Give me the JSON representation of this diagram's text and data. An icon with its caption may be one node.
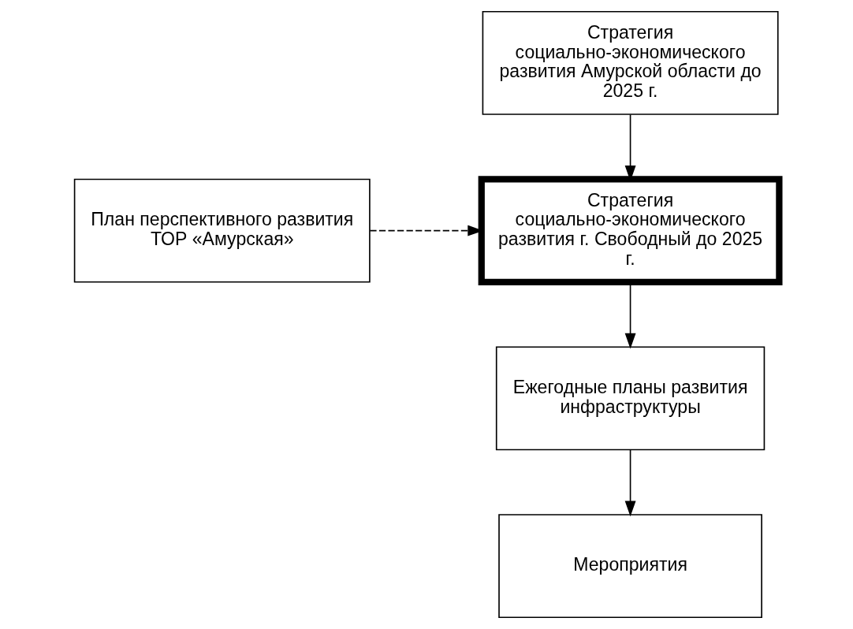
{
  "diagram": {
    "nodes": [
      {
        "text": [
          "Стратегия социально-экономического развития Амурской области до 2025 г."
        ]
      },
      {
        "text": [
          "План перспективного развития ТОР «Амурская»"
        ]
      },
      {
        "text": [
          "Стратегия социально-экономического развития г. Свободный до 2025 г."
        ]
      },
      {
        "text": [
          "Ежегодные планы развития инфраструктуры"
        ]
      },
      {
        "text": [
          "Мероприятия"
        ]
      }
    ],
    "edges": [
      {
        "from": 0,
        "to": 2,
        "arrow": "to"
      },
      {
        "from": 1,
        "to": 2,
        "arrow": "to",
        "style": "dashed"
      },
      {
        "from": 2,
        "to": 3,
        "arrow": "to"
      },
      {
        "from": 3,
        "to": 4,
        "arrow": "to"
      }
    ]
  }
}
